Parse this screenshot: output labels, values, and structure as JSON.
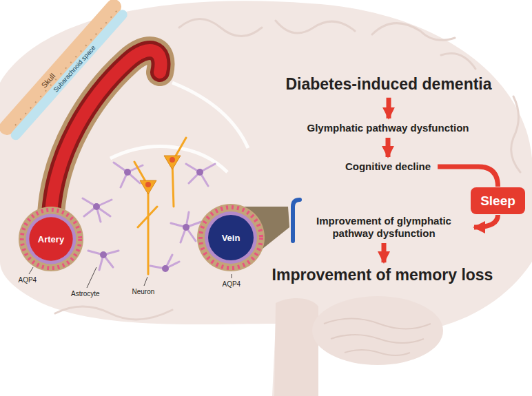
{
  "diagram": {
    "nodes": [
      {
        "text": [
          "Artery"
        ]
      },
      {
        "text": [
          "Vein"
        ]
      },
      {
        "text": [
          "Diabetes-induced dementia"
        ]
      },
      {
        "text": [
          "Glymphatic pathway dysfunction"
        ]
      },
      {
        "text": [
          "Cognitive decline"
        ]
      },
      {
        "text": [
          "Sleep"
        ]
      },
      {
        "text": [
          "Improvement of glymphatic pathway dysfunction"
        ]
      },
      {
        "text": [
          "Improvement of memory loss"
        ]
      }
    ],
    "edges": [
      {
        "from": 2,
        "to": 3,
        "arrow": "to"
      },
      {
        "from": 3,
        "to": 4,
        "arrow": "to"
      },
      {
        "from": 4,
        "to": 5,
        "arrow": "none"
      },
      {
        "from": 5,
        "to": 6,
        "arrow": "to"
      },
      {
        "from": 6,
        "to": 7,
        "arrow": "to"
      }
    ],
    "labels": [
      "Skull",
      "Subarachnoid space",
      "AQP4",
      "Astrocyte",
      "Neuron",
      "AQP4"
    ]
  }
}
